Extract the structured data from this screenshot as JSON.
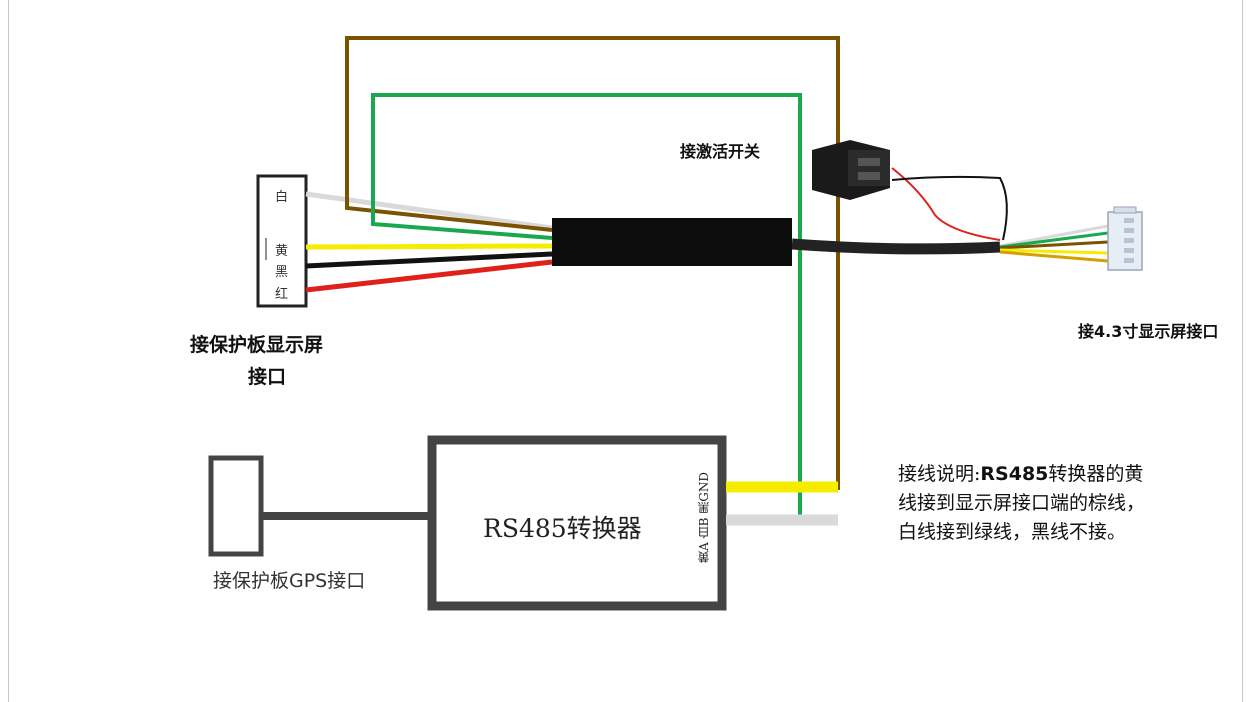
{
  "labels": {
    "activation_switch": "接激活开关",
    "protection_board_display": "接保护板显示屏",
    "protection_board_display_line2": "接口",
    "display_4_3": "接4.3寸显示屏接口",
    "gps_port": "接保护板GPS接口",
    "converter_title": "RS485转换器",
    "converter_pins": "黄A 白B 黑GND"
  },
  "connector_pins": [
    "白",
    "黄",
    "黑",
    "红"
  ],
  "description": {
    "prefix": "接线说明:",
    "bold": "RS485",
    "text": "转换器的黄线接到显示屏接口端的棕线，白线接到绿线，黑线不接。"
  },
  "wire_colors": {
    "white": "#d9d9d9",
    "yellow": "#f5ec00",
    "black": "#111111",
    "red": "#e0201b",
    "brown": "#7a5200",
    "green": "#1aa84f",
    "gray": "#444444"
  }
}
